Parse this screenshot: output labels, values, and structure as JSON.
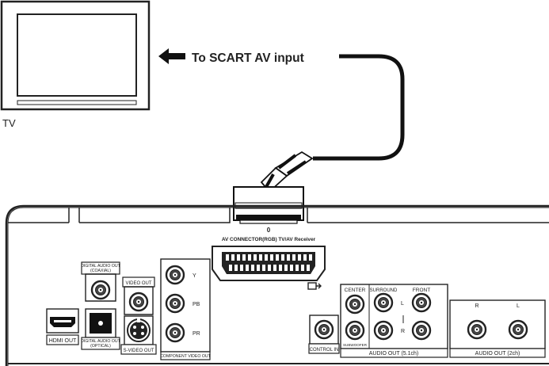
{
  "tv": {
    "label": "TV"
  },
  "cable_label": "To SCART AV input",
  "scart": {
    "plug_label": "0",
    "port_label": "AV CONNECTOR(RGB) TV/AV Receiver"
  },
  "panel": {
    "digital_coaxial": "DIGITAL AUDIO OUT (COAXIAL)",
    "video_out": "VIDEO OUT",
    "hdmi_out": "HDMI OUT",
    "digital_optical": "DIGITAL AUDIO OUT (OPTICAL)",
    "s_video_out": "S-VIDEO OUT",
    "component": {
      "label": "COMPONENT VIDEO OUT",
      "y": "Y",
      "pb": "PB",
      "pr": "PR"
    },
    "control_in": "CONTROL IN",
    "surround51": {
      "center": "CENTER",
      "surround": "SURROUND",
      "front": "FRONT",
      "subwoofer": "SUBWOOFER",
      "l": "L",
      "r": "R",
      "label": "AUDIO OUT (5.1ch)"
    },
    "stereo": {
      "r": "R",
      "l": "L",
      "label": "AUDIO OUT (2ch)"
    }
  }
}
